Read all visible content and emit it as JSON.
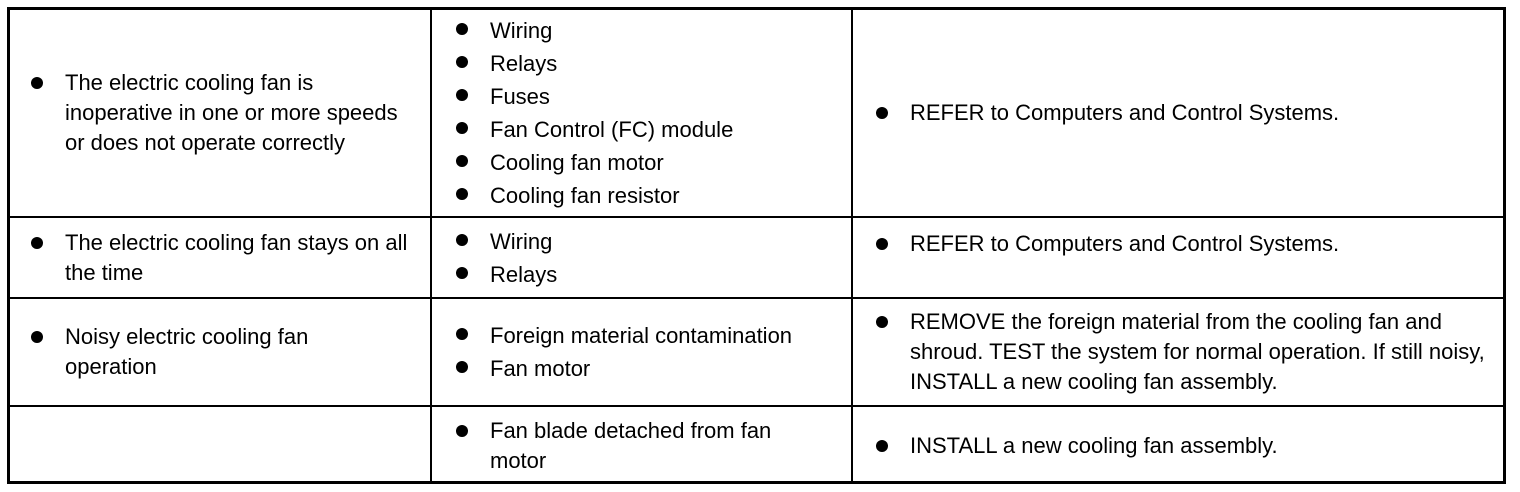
{
  "rows": [
    {
      "condition": "The electric cooling fan is inoperative in one or more speeds or does not operate correctly",
      "sources": [
        "Wiring",
        "Relays",
        "Fuses",
        "Fan Control (FC) module",
        "Cooling fan motor",
        "Cooling fan resistor"
      ],
      "action": "REFER to Computers and Control Systems."
    },
    {
      "condition": "The electric cooling fan stays on all the time",
      "sources": [
        "Wiring",
        "Relays"
      ],
      "action": "REFER to Computers and Control Systems."
    },
    {
      "condition": "Noisy electric cooling fan operation",
      "sources": [
        "Foreign material contamination",
        "Fan motor"
      ],
      "action": "REMOVE the foreign material from the cooling fan and shroud. TEST the system for normal operation. If still noisy, INSTALL a new cooling fan assembly."
    },
    {
      "condition": "",
      "sources": [
        "Fan blade detached from fan motor"
      ],
      "action": "INSTALL a new cooling fan assembly."
    }
  ]
}
